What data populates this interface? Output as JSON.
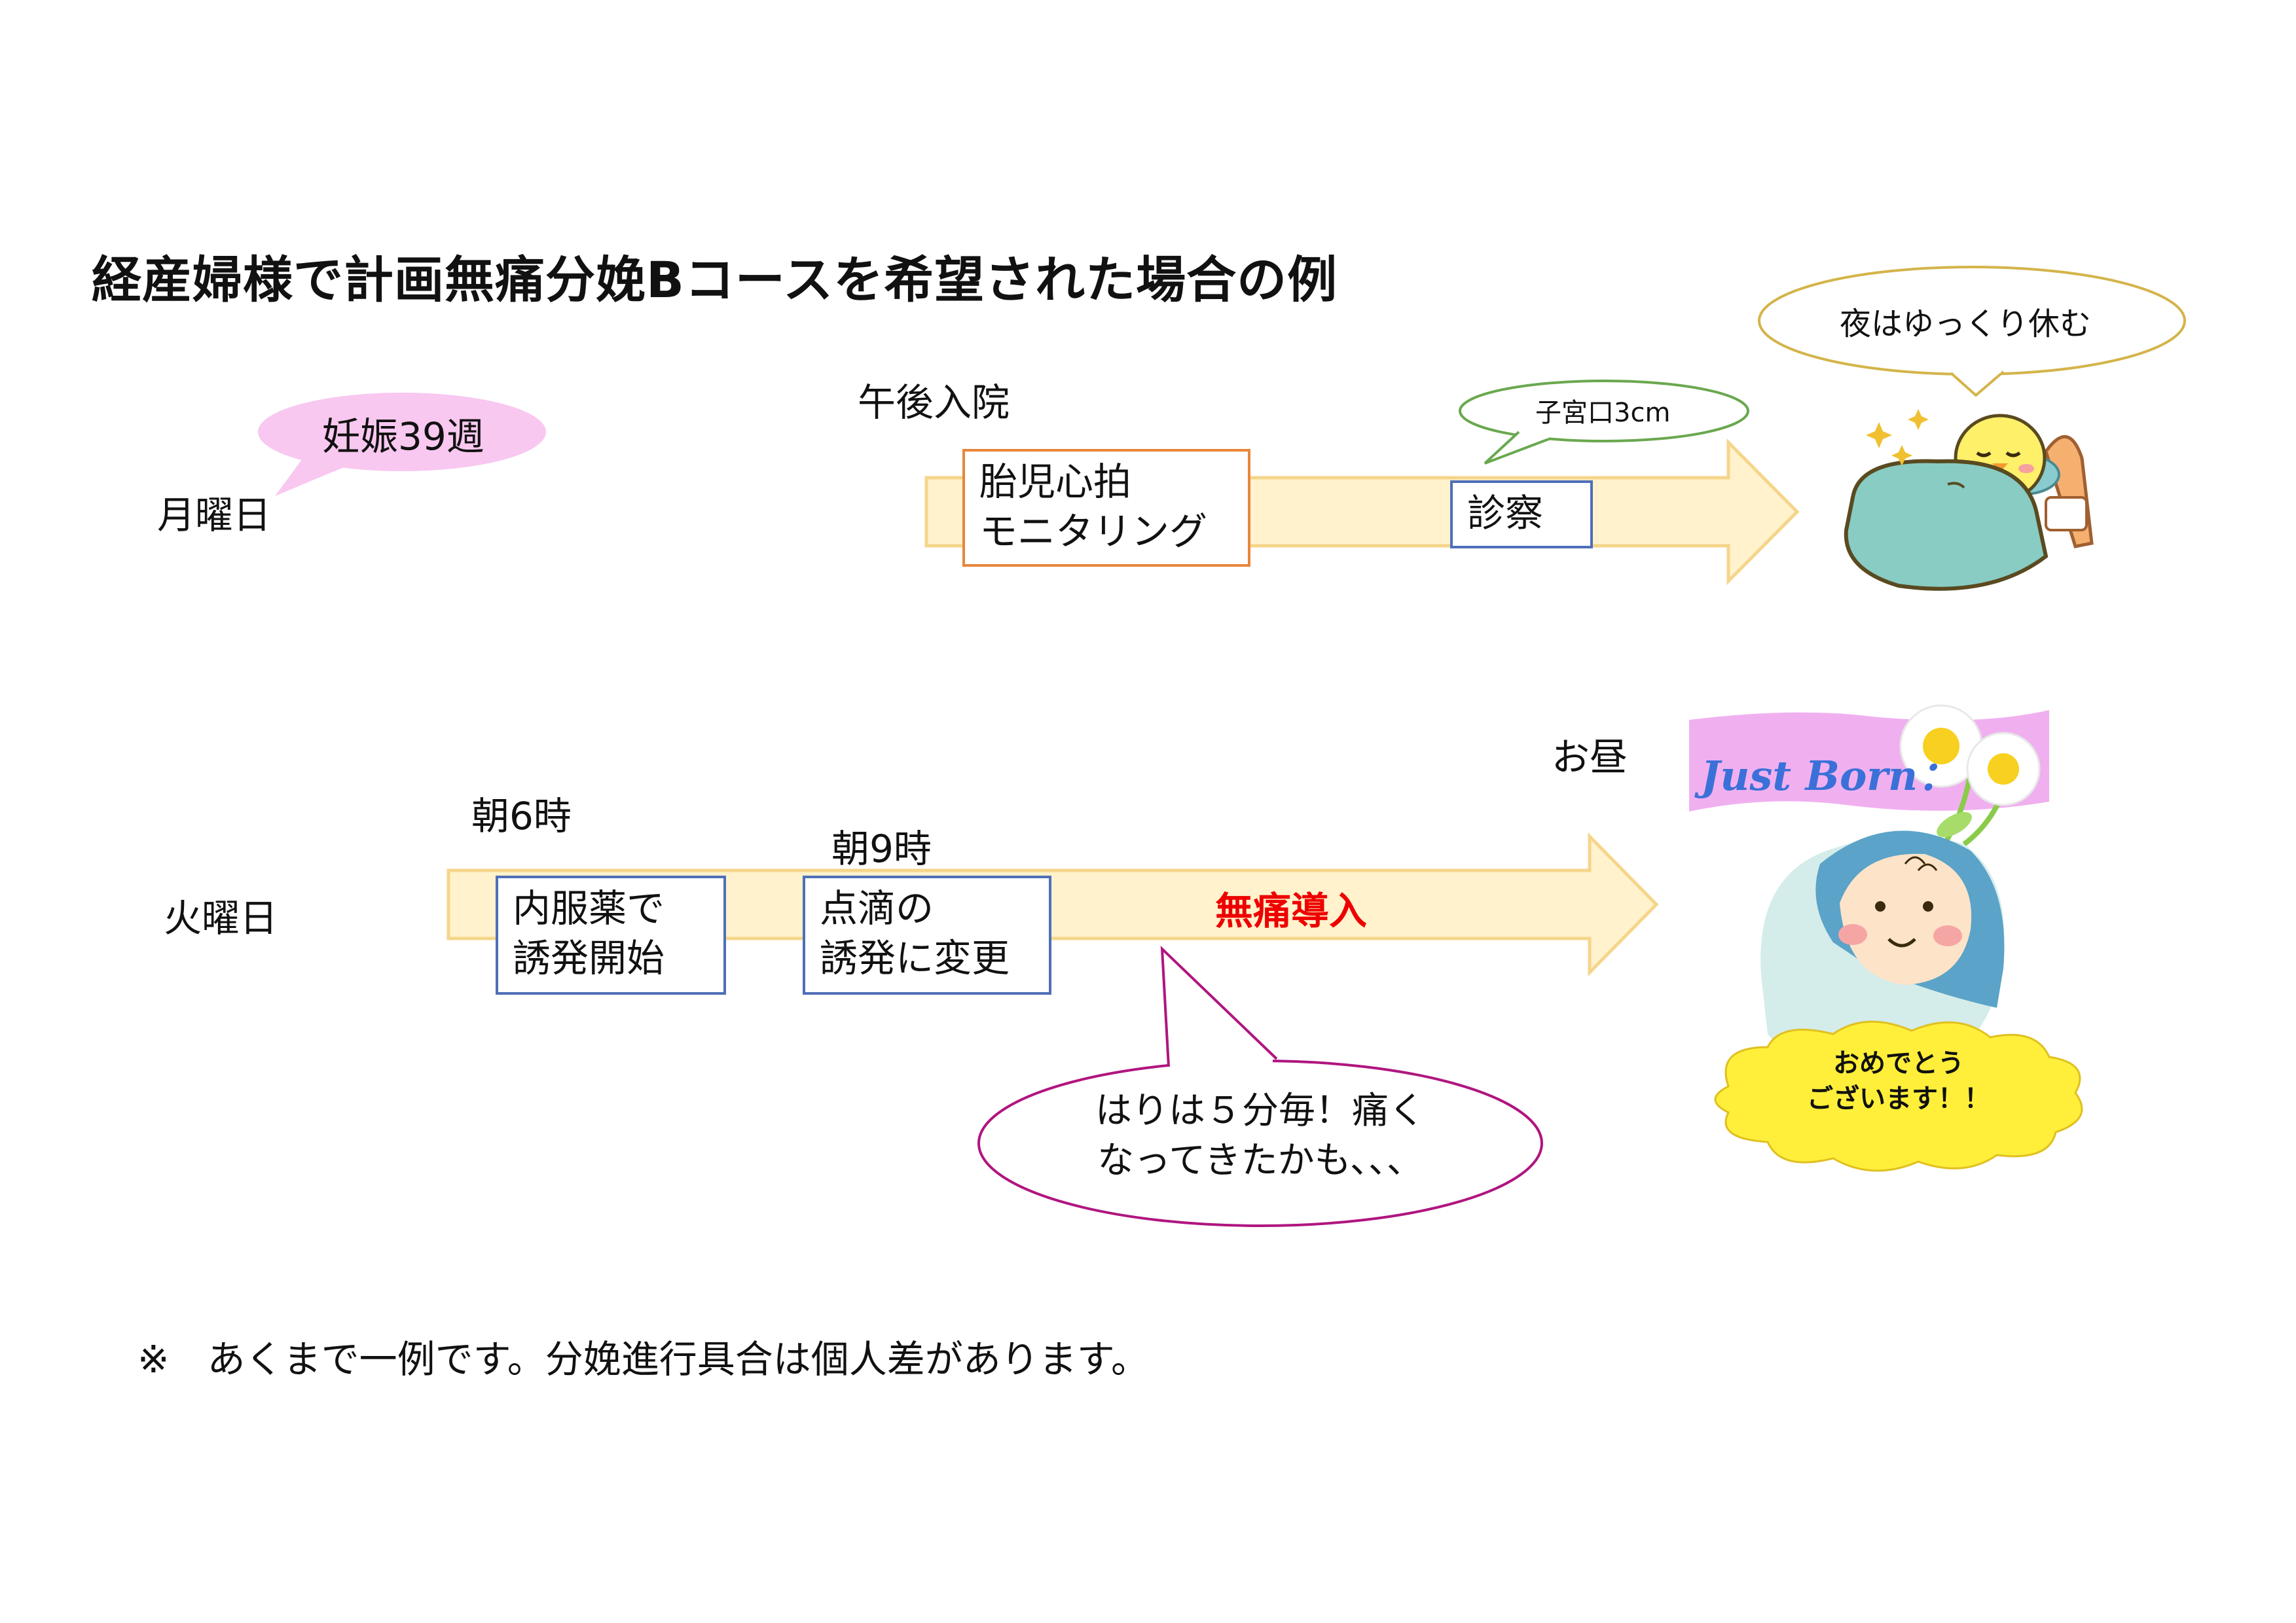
{
  "title": "経産婦様で計画無痛分娩Bコースを希望された場合の例",
  "monday": {
    "day_label": "月曜日",
    "week_bubble": "妊娠39週",
    "admission_time": "午後入院",
    "fetal_monitoring": [
      "胎児心拍",
      "モニタリング"
    ],
    "exam": "診察",
    "cervix_bubble": "子宮口3cm",
    "rest_bubble": "夜はゆっくり休む"
  },
  "tuesday": {
    "day_label": "火曜日",
    "time_6": "朝6時",
    "oral_induction": [
      "内服薬で",
      "誘発開始"
    ],
    "time_9": "朝9時",
    "iv_induction": [
      "点滴の",
      "誘発に変更"
    ],
    "epidural_start": "無痛導入",
    "contraction_bubble": [
      "はりは５分毎！痛く",
      "なってきたかも、、、"
    ],
    "noon": "お昼",
    "just_born": "Just Born：",
    "congrats": [
      "おめでとう",
      "ございます！！"
    ]
  },
  "footnote": "※　あくまで一例です。分娩進行具合は個人差があります。",
  "colors": {
    "arrow_fill": "#fff2cc",
    "arrow_stroke": "#f5d58a",
    "box_orange": "#e8863a",
    "box_blue": "#4f6fb8",
    "pink_bubble": "#f8c8f0",
    "green_bubble_stroke": "#6aa84f",
    "yellow_bubble_stroke": "#d4b44a",
    "purple_bubble_stroke": "#b0157f",
    "epidural_text": "#ee0000",
    "baby_blanket": "#5ba3c8",
    "yellow_cloud": "#ffef3a",
    "just_born_banner": "#f0b0f0"
  },
  "icons": [
    "sleeping-chick-icon",
    "newborn-baby-icon",
    "daisy-flower-icon",
    "sparkle-star-icon"
  ]
}
